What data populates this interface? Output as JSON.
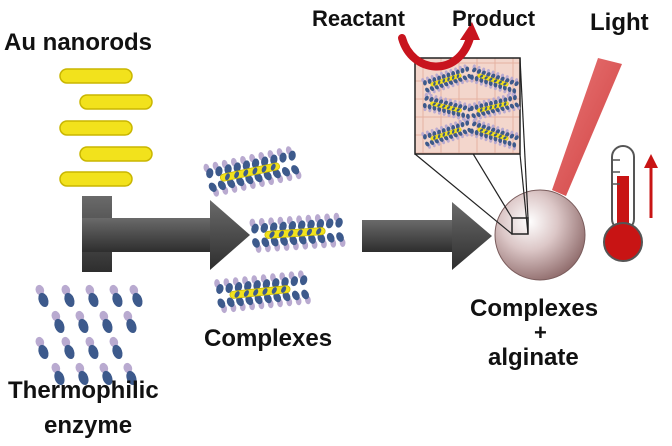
{
  "labels": {
    "au_nanorods": "Au nanorods",
    "thermophilic_enzyme_line1": "Thermophilic",
    "thermophilic_enzyme_line2": "enzyme",
    "complexes": "Complexes",
    "complexes_alginate_line1": "Complexes",
    "complexes_alginate_line2": "+",
    "complexes_alginate_line3": "alginate",
    "reactant": "Reactant",
    "product": "Product",
    "light": "Light"
  },
  "colors": {
    "nanorod": "#f2e21c",
    "nanorod_outline": "#c9b600",
    "enzyme_blue": "#3d5a8c",
    "enzyme_lilac": "#b9aad0",
    "arrow_gray": "#454545",
    "bead": "#c9a9a9",
    "laser": "#d23a3a",
    "thermometer_red": "#c81414",
    "curved_arrow": "#c8141e"
  },
  "icons": [
    "thermometer-icon",
    "temperature-up-arrow-icon",
    "reaction-curved-arrow-icon",
    "laser-beam-icon"
  ]
}
